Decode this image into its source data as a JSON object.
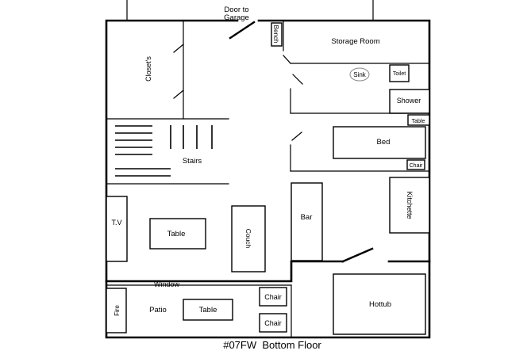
{
  "plan": {
    "door_label_line1": "Door to",
    "door_label_line2": "Garage",
    "bench": "Bench",
    "storage_room": "Storage Room",
    "closets": "Closet's",
    "sink": "Sink",
    "toilet": "Toilet",
    "shower": "Shower",
    "side_table": "Table",
    "bed": "Bed",
    "bed_chair": "Chair",
    "stairs": "Stairs",
    "kitchette": "Kitchette",
    "tv": "T.V",
    "living_table": "Table",
    "couch": "Couch",
    "bar": "Bar",
    "window": "Window",
    "fire": "Fire",
    "patio": "Patio",
    "patio_table": "Table",
    "patio_chair_1": "Chair",
    "patio_chair_2": "Chair",
    "hottub": "Hottub",
    "caption": "#07FW  Bottom Floor"
  }
}
